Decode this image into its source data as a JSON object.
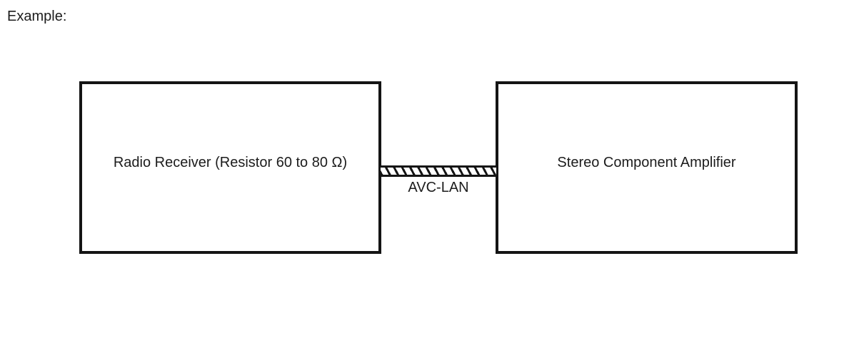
{
  "page": {
    "caption": "Example:",
    "background_color": "#ffffff",
    "line_color": "#141414",
    "text_color": "#1c1c1c"
  },
  "diagram": {
    "type": "block-diagram",
    "blocks": [
      {
        "id": "radio-receiver",
        "label": "Radio Receiver (Resistor 60 to 80 Ω)"
      },
      {
        "id": "stereo-amplifier",
        "label": "Stereo Component Amplifier"
      }
    ],
    "connector": {
      "id": "avc-lan-bus",
      "label": "AVC-LAN",
      "style": "hatched-bar",
      "from": "radio-receiver",
      "to": "stereo-amplifier"
    }
  }
}
